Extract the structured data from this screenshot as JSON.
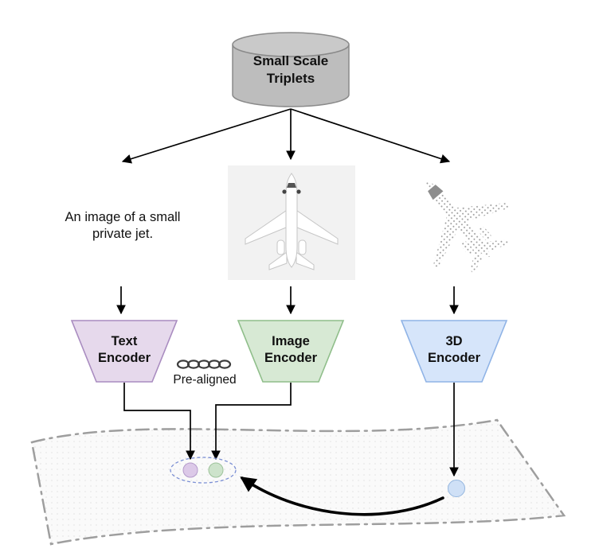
{
  "figure": {
    "dataset": {
      "label": "Small Scale\nTriplets"
    },
    "text_sample": {
      "caption": "An image of a small\nprivate jet."
    },
    "encoders": {
      "text": {
        "label": "Text\nEncoder"
      },
      "image": {
        "label": "Image\nEncoder"
      },
      "threed": {
        "label": "3D\nEncoder"
      }
    },
    "prealigned": {
      "label": "Pre-aligned"
    }
  },
  "colors": {
    "cylinder_fill": "#BDBDBD",
    "cylinder_top_fill": "#C9C9C9",
    "cylinder_stroke": "#8A8A8A",
    "text_encoder_fill": "#E6D9EC",
    "text_encoder_stroke": "#A98CC0",
    "image_encoder_fill": "#D7E9D4",
    "image_encoder_stroke": "#8FBE8A",
    "threed_encoder_fill": "#D6E5FA",
    "threed_encoder_stroke": "#8FB3E6",
    "text_point_fill": "#DCC9E8",
    "text_point_stroke": "#B49BCB",
    "image_point_fill": "#CDE3CB",
    "image_point_stroke": "#9DC39A",
    "threed_point_fill": "#CFE0F6",
    "threed_point_stroke": "#94B6DF",
    "aligned_ellipse_stroke": "#7B8FD4",
    "surface_stroke": "#9E9E9E",
    "arrow_color": "#000000"
  }
}
